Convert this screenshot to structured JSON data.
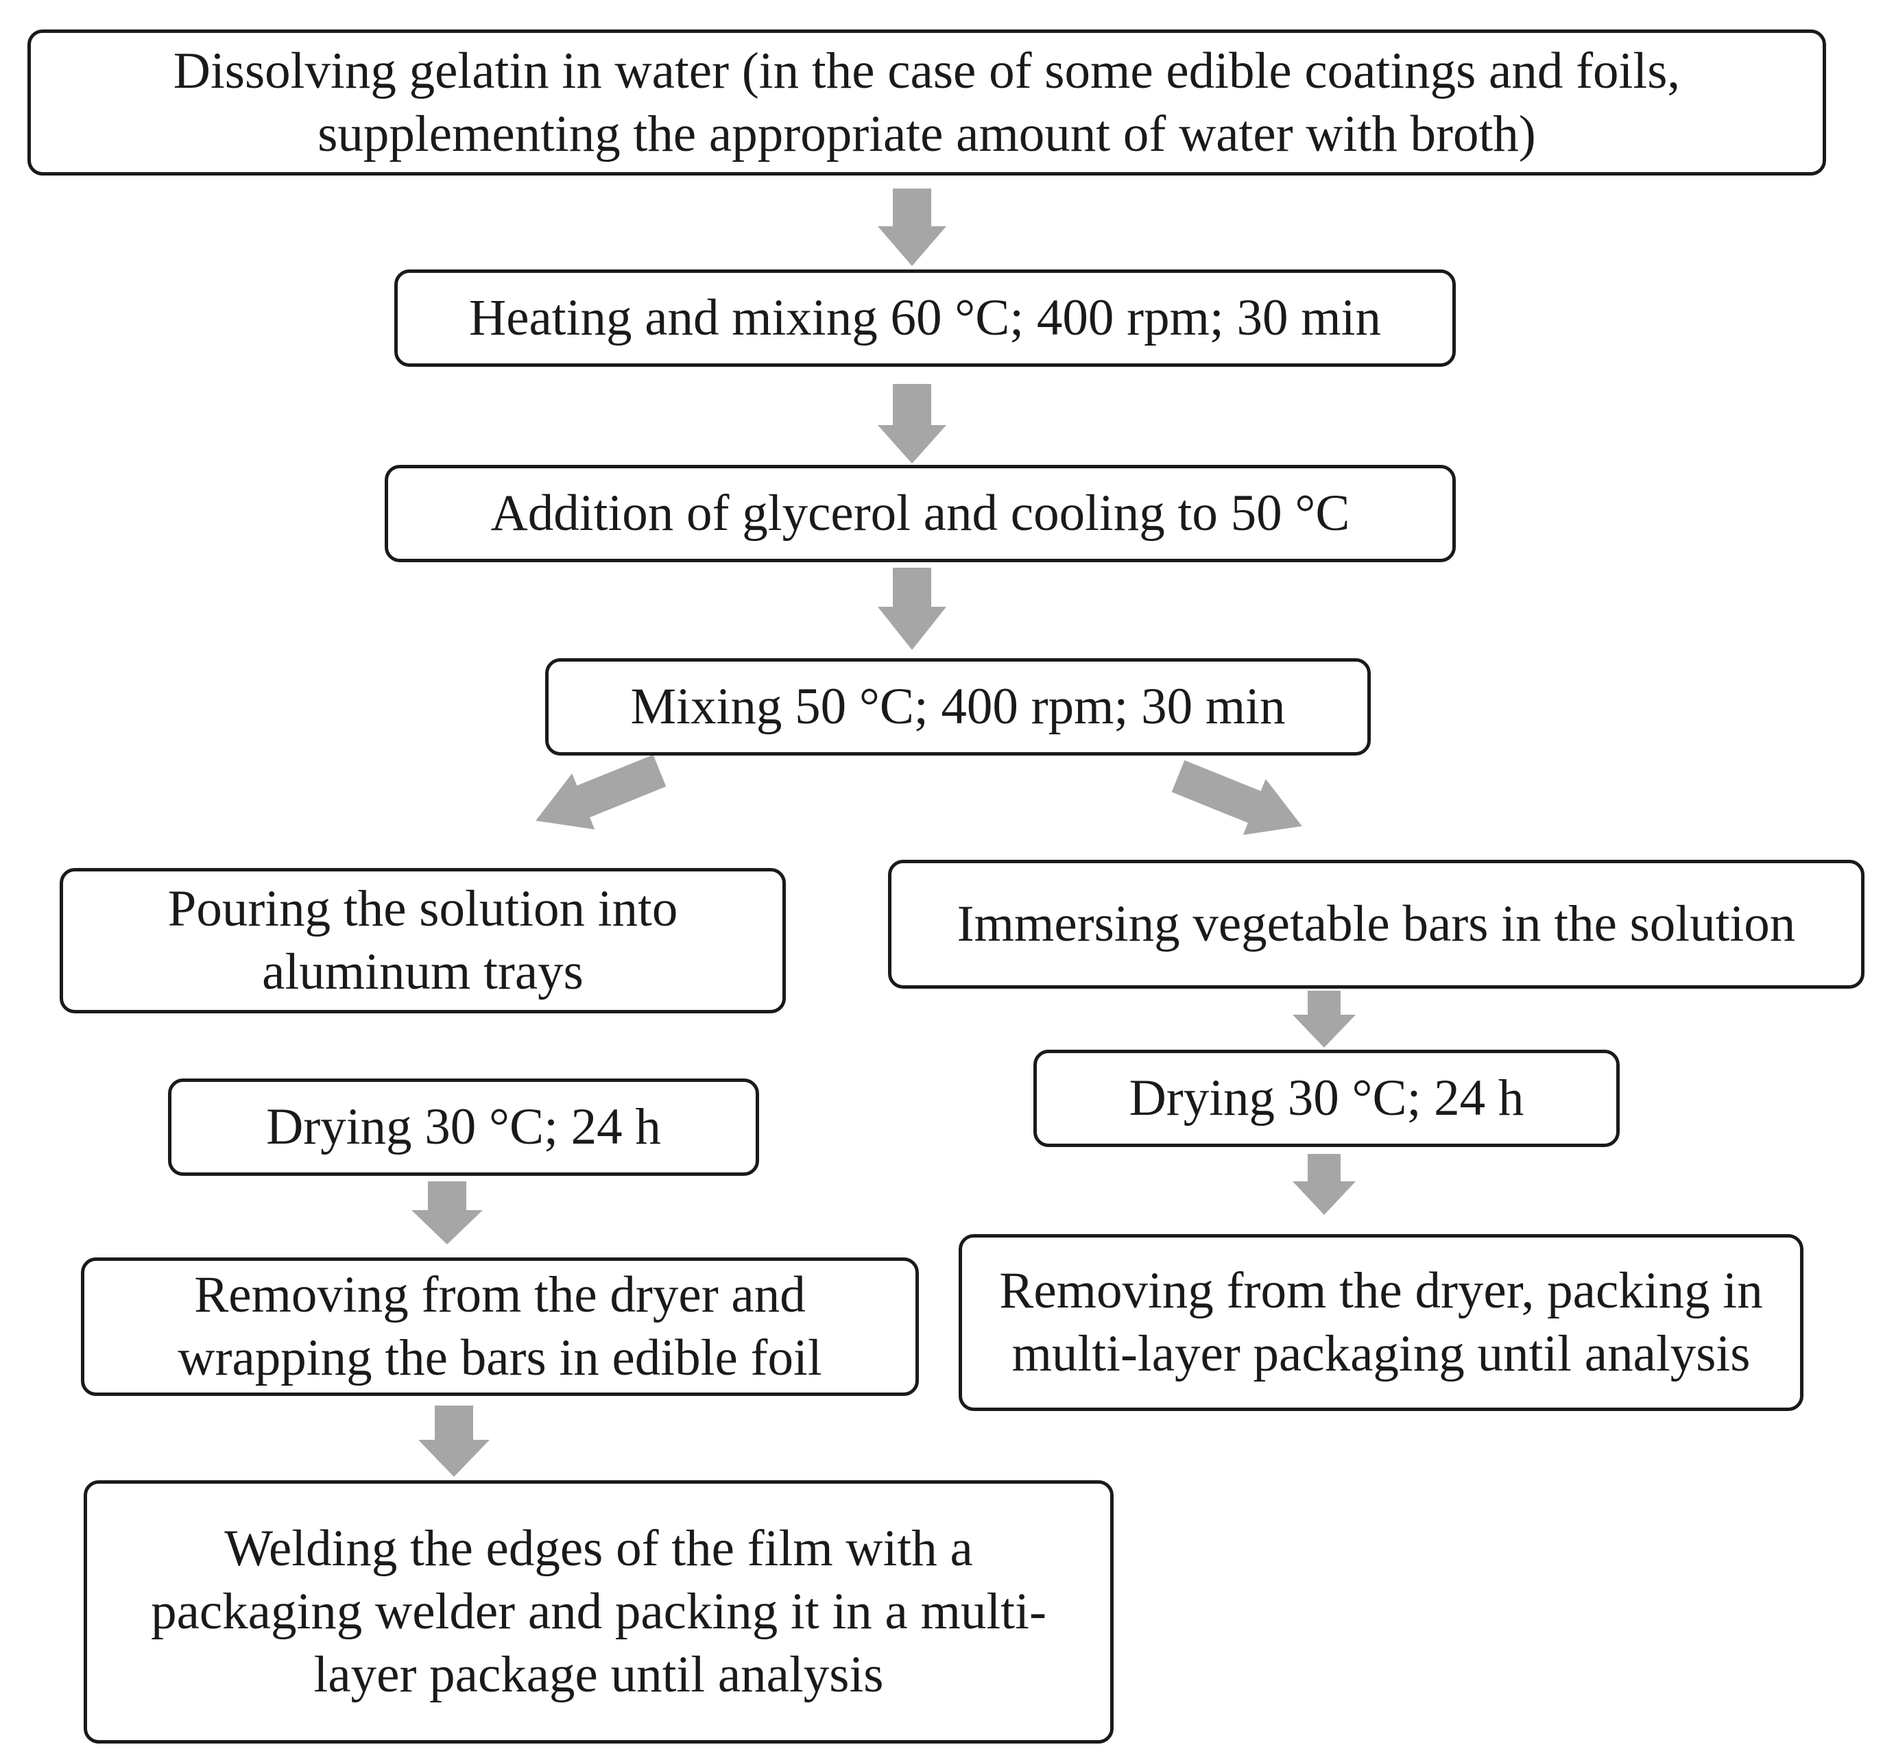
{
  "steps": {
    "dissolve": "Dissolving gelatin in water (in the case of some edible coatings and foils, supplementing the appropriate amount of water with broth)",
    "heat_mix": "Heating and mixing 60 °C; 400 rpm; 30 min",
    "glycerol": "Addition of glycerol and cooling to 50 °C",
    "mix": "Mixing 50 °C; 400 rpm; 30 min",
    "left": {
      "pour": "Pouring the solution into aluminum trays",
      "dry": "Drying 30 °C; 24 h",
      "remove_wrap": "Removing from the dryer and wrapping the bars in edible foil",
      "weld": "Welding the edges of the film with a packaging welder and packing it in a multi-layer package until analysis"
    },
    "right": {
      "immerse": "Immersing vegetable bars in the solution",
      "dry": "Drying 30 °C; 24 h",
      "remove_pack": "Removing from the dryer, packing in multi-layer packaging until analysis"
    }
  },
  "colors": {
    "arrow": "#a6a6a6",
    "border": "#1a1a1a"
  }
}
